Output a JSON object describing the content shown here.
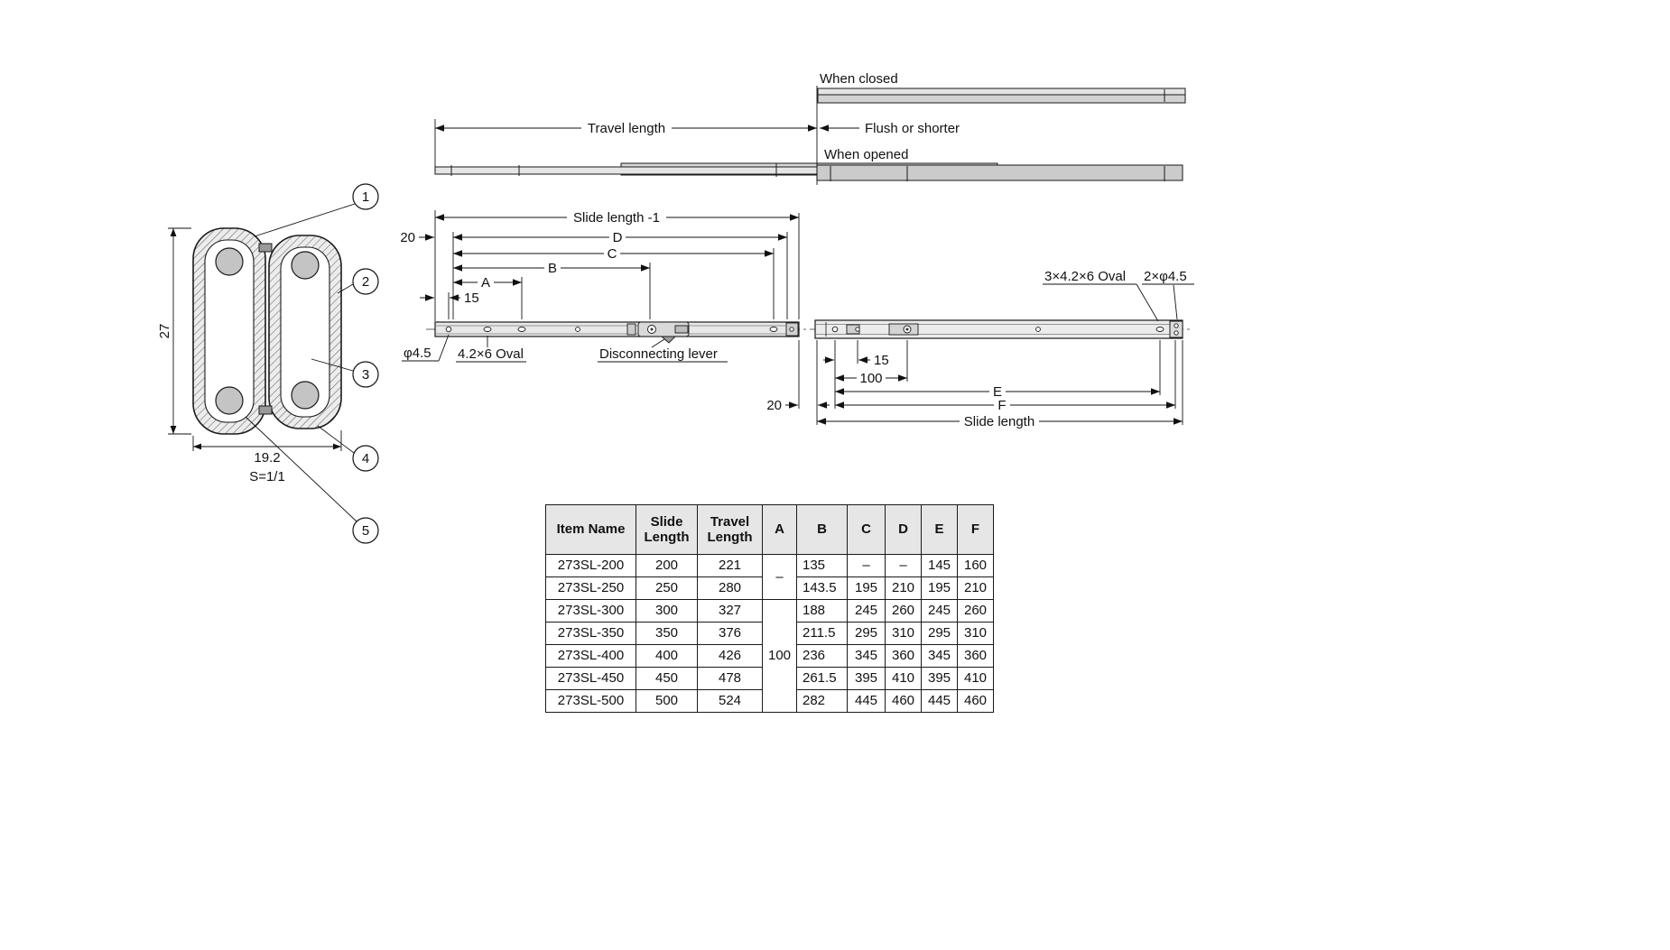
{
  "cross_section": {
    "dim_height": "27",
    "dim_width": "19.2",
    "scale_label": "S=1/1",
    "callouts": [
      "1",
      "2",
      "3",
      "4",
      "5"
    ]
  },
  "overview": {
    "when_closed": "When closed",
    "travel_length": "Travel length",
    "flush_or_shorter": "Flush or shorter",
    "when_opened": "When opened"
  },
  "dimensions": {
    "slide_length_minus_1": "Slide length -1",
    "top_20": "20",
    "label_d": "D",
    "label_c": "C",
    "label_b": "B",
    "label_a": "A",
    "top_15": "15",
    "oval_triple": "3×4.2×6 Oval",
    "hole_double": "2×φ4.5",
    "hole_single": "φ4.5",
    "oval_single": "4.2×6 Oval",
    "disconnecting_lever": "Disconnecting lever",
    "bottom_15": "15",
    "bottom_100": "100",
    "label_e": "E",
    "label_f": "F",
    "bottom_20": "20",
    "slide_length": "Slide length"
  },
  "table": {
    "headers": {
      "item": "Item Name",
      "slide": "Slide\nLength",
      "travel": "Travel\nLength",
      "a": "A",
      "b": "B",
      "c": "C",
      "d": "D",
      "e": "E",
      "f": "F"
    },
    "a_group_1": "–",
    "a_group_2": "100",
    "rows": [
      {
        "item": "273SL-200",
        "slide": "200",
        "travel": "221",
        "b": "135",
        "c": "–",
        "d": "–",
        "e": "145",
        "f": "160"
      },
      {
        "item": "273SL-250",
        "slide": "250",
        "travel": "280",
        "b": "143.5",
        "c": "195",
        "d": "210",
        "e": "195",
        "f": "210"
      },
      {
        "item": "273SL-300",
        "slide": "300",
        "travel": "327",
        "b": "188",
        "c": "245",
        "d": "260",
        "e": "245",
        "f": "260"
      },
      {
        "item": "273SL-350",
        "slide": "350",
        "travel": "376",
        "b": "211.5",
        "c": "295",
        "d": "310",
        "e": "295",
        "f": "310"
      },
      {
        "item": "273SL-400",
        "slide": "400",
        "travel": "426",
        "b": "236",
        "c": "345",
        "d": "360",
        "e": "345",
        "f": "360"
      },
      {
        "item": "273SL-450",
        "slide": "450",
        "travel": "478",
        "b": "261.5",
        "c": "395",
        "d": "410",
        "e": "395",
        "f": "410"
      },
      {
        "item": "273SL-500",
        "slide": "500",
        "travel": "524",
        "b": "282",
        "c": "445",
        "d": "460",
        "e": "445",
        "f": "460"
      }
    ]
  }
}
